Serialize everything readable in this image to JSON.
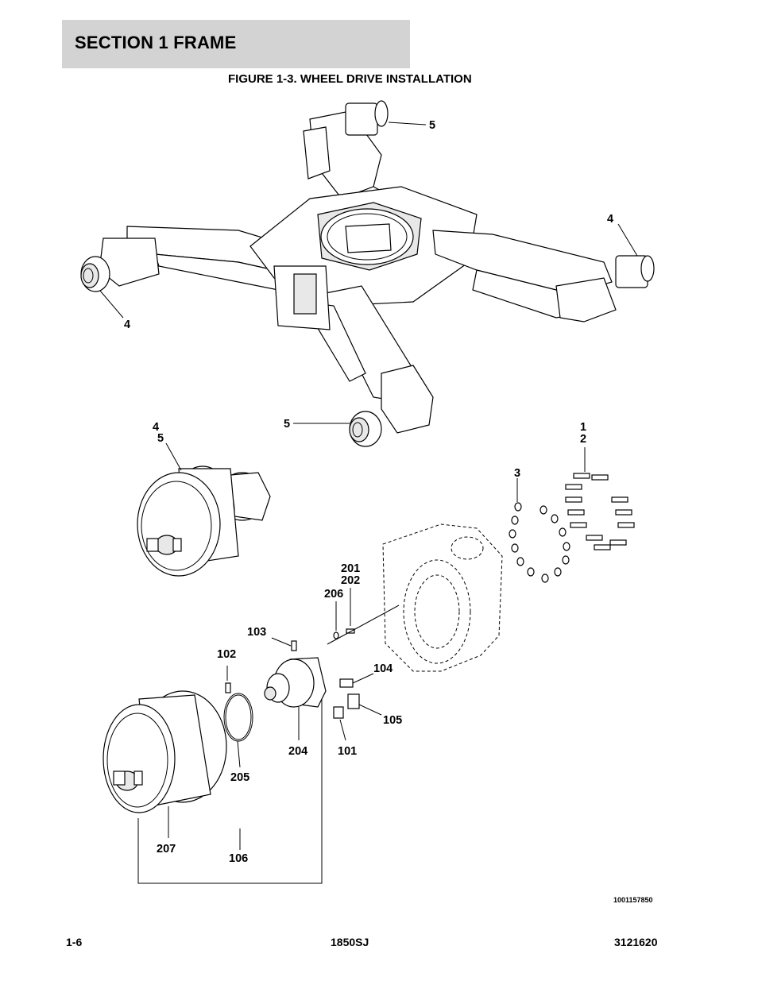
{
  "header": {
    "section_title": "SECTION 1  FRAME",
    "figure_title": "FIGURE 1-3. WHEEL DRIVE INSTALLATION"
  },
  "callouts": [
    {
      "id": "c5-top",
      "text": "5"
    },
    {
      "id": "c4-right",
      "text": "4"
    },
    {
      "id": "c4-left",
      "text": "4"
    },
    {
      "id": "c5-bottom",
      "text": "5"
    },
    {
      "id": "c4-assy",
      "text": "4"
    },
    {
      "id": "c5-assy",
      "text": "5"
    },
    {
      "id": "c1",
      "text": "1"
    },
    {
      "id": "c2",
      "text": "2"
    },
    {
      "id": "c3",
      "text": "3"
    },
    {
      "id": "c201",
      "text": "201"
    },
    {
      "id": "c202",
      "text": "202"
    },
    {
      "id": "c206",
      "text": "206"
    },
    {
      "id": "c103",
      "text": "103"
    },
    {
      "id": "c102",
      "text": "102"
    },
    {
      "id": "c104",
      "text": "104"
    },
    {
      "id": "c105",
      "text": "105"
    },
    {
      "id": "c204",
      "text": "204"
    },
    {
      "id": "c101",
      "text": "101"
    },
    {
      "id": "c205",
      "text": "205"
    },
    {
      "id": "c207",
      "text": "207"
    },
    {
      "id": "c106",
      "text": "106"
    }
  ],
  "drawing_number": "1001157850",
  "footer": {
    "page": "1-6",
    "model": "1850SJ",
    "manual": "3121620"
  }
}
